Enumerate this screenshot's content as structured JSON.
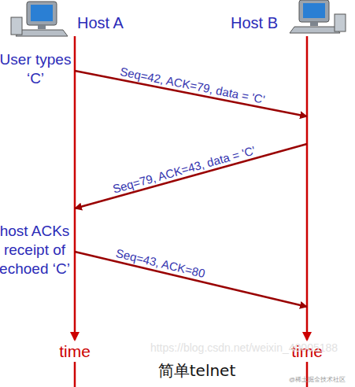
{
  "diagram": {
    "caption": "简单telnet",
    "nodes": [
      {
        "text": [
          "Host A"
        ]
      },
      {
        "text": [
          "Host B"
        ]
      }
    ],
    "edges": [
      {
        "from": 0,
        "to": 1,
        "arrow": "to",
        "label": "Seq=42, ACK=79, data = 'C'"
      },
      {
        "from": 1,
        "to": 0,
        "arrow": "to",
        "label": "Seq=79, ACK=43, data = 'C'"
      },
      {
        "from": 0,
        "to": 1,
        "arrow": "to",
        "label": "Seq=43, ACK=80"
      }
    ],
    "labels": [
      "User types ‘C’",
      "host ACKs receipt of echoed ‘C’",
      "time",
      "time",
      "https://blog.csdn.net/weixin_40005188",
      "@稀土掘金技术社区"
    ]
  }
}
